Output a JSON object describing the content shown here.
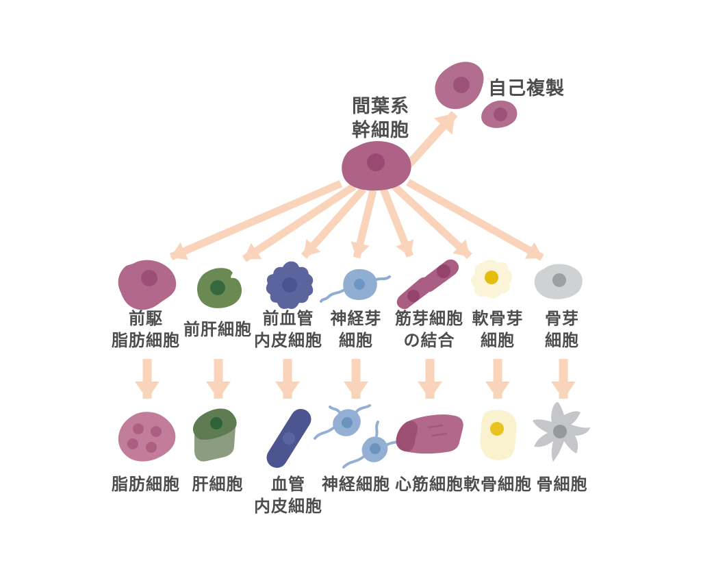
{
  "palette": {
    "arrow": "#F9D3BA",
    "label": "#4D4D4D",
    "background": "#FFFFFF"
  },
  "header": {
    "stem_label_line1": "間葉系",
    "stem_label_line2": "幹細胞",
    "self_renewal_label": "自己複製"
  },
  "cells": {
    "stem": {
      "body": "#AD6286",
      "nucleus": "#9A4970"
    },
    "self_large": {
      "body": "#B26E8E",
      "nucleus": "#9D5277"
    },
    "self_small": {
      "body": "#B26E8E",
      "nucleus": "#9D5277"
    },
    "preadipocyte": {
      "body": "#B1688A",
      "nucleus": "#9D4E74"
    },
    "prehepatocyte": {
      "body": "#6B8953",
      "nucleus": "#35683C"
    },
    "preendothelial": {
      "body": "#5C649D",
      "nucleus": "#4B5391"
    },
    "neuroblast": {
      "body": "#8FAED2",
      "nucleus": "#6E96C3"
    },
    "myoblast": {
      "body": "#AB5E83",
      "nucleus": "#94436B"
    },
    "chondroblast": {
      "body": "#FBF4D9",
      "nucleus": "#E4BE0F"
    },
    "osteoblast": {
      "body": "#CFD1D3",
      "nucleus": "#9CA0A4"
    },
    "adipocyte": {
      "body": "#C17D99",
      "nucleus": "#AC5F83"
    },
    "hepatocyte": {
      "top": "#5F7B52",
      "front": "#8C9C81",
      "nucleus": "#2E6238"
    },
    "endothelial": {
      "body": "#4C5590",
      "nucleus": "#5A64A0"
    },
    "neuron": {
      "body": "#93AFD4",
      "nucleus": "#6B93C0"
    },
    "cardiomyocyte": {
      "body": "#B2688B",
      "end": "#9D4F74"
    },
    "chondrocyte": {
      "body": "#FAF1CF",
      "nucleus": "#E9C41F"
    },
    "osteocyte": {
      "body": "#C4C6C9",
      "nucleus": "#96989C"
    }
  },
  "progenitors": [
    {
      "line1": "前駆",
      "line2": "脂肪細胞"
    },
    {
      "line1": "前肝細胞"
    },
    {
      "line1": "前血管",
      "line2": "内皮細胞"
    },
    {
      "line1": "神経芽",
      "line2": "細胞"
    },
    {
      "line1": "筋芽細胞",
      "line2": "の結合"
    },
    {
      "line1": "軟骨芽",
      "line2": "細胞"
    },
    {
      "line1": "骨芽",
      "line2": "細胞"
    }
  ],
  "mature": [
    {
      "line1": "脂肪細胞"
    },
    {
      "line1": "肝細胞"
    },
    {
      "line1": "血管",
      "line2": "内皮細胞"
    },
    {
      "line1": "神経細胞"
    },
    {
      "line1": "心筋細胞"
    },
    {
      "line1": "軟骨細胞"
    },
    {
      "line1": "骨細胞"
    }
  ]
}
